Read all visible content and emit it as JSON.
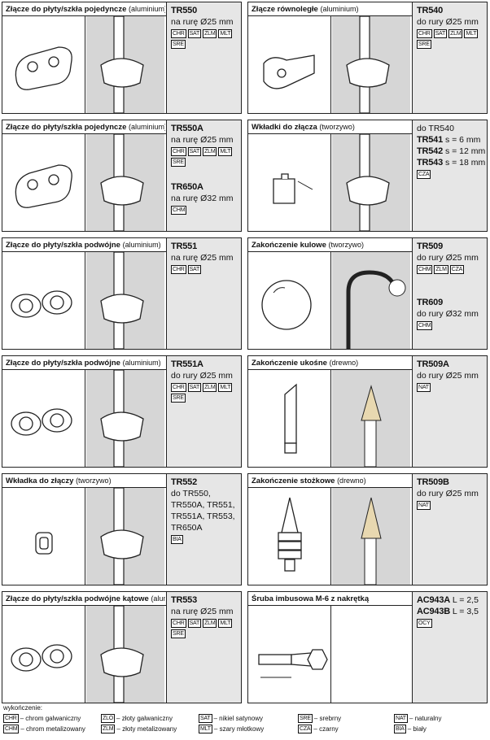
{
  "cards": [
    {
      "title_bold": "Złącze do płyty/szkła pojedyncze",
      "title_paren": "(aluminium)",
      "lines": [
        {
          "code": "TR550",
          "text": ""
        },
        {
          "code": "",
          "text": "na rurę Ø25 mm"
        }
      ],
      "tags": [
        "CHR",
        "SAT",
        "ZLM",
        "MLT",
        "SRE"
      ],
      "lines2": [],
      "tags2": []
    },
    {
      "title_bold": "Złącze równoległe",
      "title_paren": "(aluminium)",
      "lines": [
        {
          "code": "TR540",
          "text": ""
        },
        {
          "code": "",
          "text": "do rury Ø25 mm"
        }
      ],
      "tags": [
        "CHR",
        "SAT",
        "ZLM",
        "MLT",
        "SRE"
      ],
      "lines2": [],
      "tags2": []
    },
    {
      "title_bold": "Złącze do płyty/szkła pojedyncze",
      "title_paren": "(aluminium)",
      "lines": [
        {
          "code": "TR550A",
          "text": ""
        },
        {
          "code": "",
          "text": "na rurę Ø25 mm"
        }
      ],
      "tags": [
        "CHR",
        "SAT",
        "ZLM",
        "MLT",
        "SRE"
      ],
      "lines2": [
        {
          "code": "TR650A",
          "text": ""
        },
        {
          "code": "",
          "text": "na rurę Ø32 mm"
        }
      ],
      "tags2": [
        "CHM"
      ]
    },
    {
      "title_bold": "Wkładki do złącza",
      "title_paren": "(tworzywo)",
      "lines": [
        {
          "code": "",
          "text": "do TR540"
        },
        {
          "code": "TR541",
          "text": "s = 6 mm"
        },
        {
          "code": "TR542",
          "text": "s = 12 mm"
        },
        {
          "code": "TR543",
          "text": "s = 18 mm"
        }
      ],
      "tags": [
        "CZA"
      ],
      "lines2": [],
      "tags2": []
    },
    {
      "title_bold": "Złącze do płyty/szkła podwójne",
      "title_paren": "(aluminium)",
      "lines": [
        {
          "code": "TR551",
          "text": ""
        },
        {
          "code": "",
          "text": "na rurę Ø25 mm"
        }
      ],
      "tags": [
        "CHR",
        "SAT"
      ],
      "lines2": [],
      "tags2": []
    },
    {
      "title_bold": "Zakończenie kulowe",
      "title_paren": "(tworzywo)",
      "lines": [
        {
          "code": "TR509",
          "text": ""
        },
        {
          "code": "",
          "text": "do rury Ø25 mm"
        }
      ],
      "tags": [
        "CHM",
        "ZLM",
        "CZA"
      ],
      "lines2": [
        {
          "code": "TR609",
          "text": ""
        },
        {
          "code": "",
          "text": "do rury Ø32 mm"
        }
      ],
      "tags2": [
        "CHM"
      ]
    },
    {
      "title_bold": "Złącze do płyty/szkła podwójne",
      "title_paren": "(aluminium)",
      "lines": [
        {
          "code": "TR551A",
          "text": ""
        },
        {
          "code": "",
          "text": "do rury Ø25 mm"
        }
      ],
      "tags": [
        "CHR",
        "SAT",
        "ZLM",
        "MLT",
        "SRE"
      ],
      "lines2": [],
      "tags2": []
    },
    {
      "title_bold": "Zakończenie ukośne",
      "title_paren": "(drewno)",
      "lines": [
        {
          "code": "TR509A",
          "text": ""
        },
        {
          "code": "",
          "text": "do rury Ø25 mm"
        }
      ],
      "tags": [
        "NAT"
      ],
      "lines2": [],
      "tags2": []
    },
    {
      "title_bold": "Wkładka do złączy",
      "title_paren": "(tworzywo)",
      "lines": [
        {
          "code": "TR552",
          "text": ""
        },
        {
          "code": "",
          "text": "do TR550,"
        },
        {
          "code": "",
          "text": "TR550A, TR551,"
        },
        {
          "code": "",
          "text": "TR551A, TR553,"
        },
        {
          "code": "",
          "text": "TR650A"
        }
      ],
      "tags": [
        "BIA"
      ],
      "lines2": [],
      "tags2": []
    },
    {
      "title_bold": "Zakończenie stożkowe",
      "title_paren": "(drewno)",
      "lines": [
        {
          "code": "TR509B",
          "text": ""
        },
        {
          "code": "",
          "text": "do rury Ø25 mm"
        }
      ],
      "tags": [
        "NAT"
      ],
      "lines2": [],
      "tags2": []
    },
    {
      "title_bold": "Złącze do płyty/szkła podwójne kątowe",
      "title_paren": "(alumi",
      "lines": [
        {
          "code": "TR553",
          "text": ""
        },
        {
          "code": "",
          "text": "na rurę Ø25 mm"
        }
      ],
      "tags": [
        "CHR",
        "SAT",
        "ZLM",
        "MLT",
        "SRE"
      ],
      "lines2": [],
      "tags2": []
    },
    {
      "title_bold": "Śruba imbusowa M-6 z nakrętką",
      "title_paren": "",
      "lines": [
        {
          "code": "AC943A",
          "text": "L = 2,5"
        },
        {
          "code": "AC943B",
          "text": "L = 3,5"
        }
      ],
      "tags": [
        "OCY"
      ],
      "lines2": [],
      "tags2": []
    }
  ],
  "legend": {
    "heading": "wykończenie:",
    "items": [
      {
        "tag": "CHR",
        "label": "– chrom galwaniczny"
      },
      {
        "tag": "ZLO",
        "label": "– złoty galwaniczny"
      },
      {
        "tag": "SAT",
        "label": "– nikiel satynowy"
      },
      {
        "tag": "SRE",
        "label": "– srebrny"
      },
      {
        "tag": "NAT",
        "label": "– naturalny"
      },
      {
        "tag": "CHM",
        "label": "– chrom metalizowany"
      },
      {
        "tag": "ZLM",
        "label": "– złoty metalizowany"
      },
      {
        "tag": "MLT",
        "label": "– szary młotkowy"
      },
      {
        "tag": "CZA",
        "label": "– czarny"
      },
      {
        "tag": "BIA",
        "label": "– biały"
      }
    ]
  },
  "illustration_bg": "#d6d6d6",
  "info_bg": "#e6e6e6"
}
